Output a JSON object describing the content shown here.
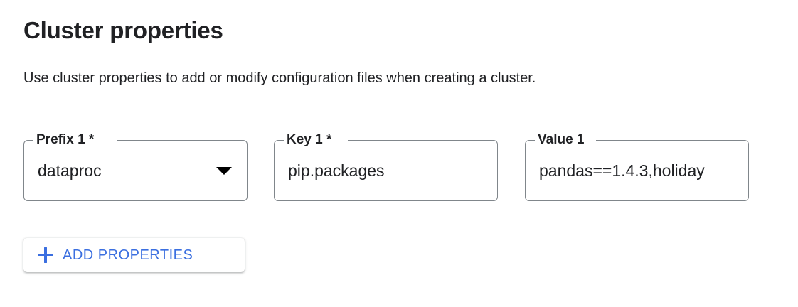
{
  "page": {
    "title": "Cluster properties",
    "description": "Use cluster properties to add or modify configuration files when creating a cluster."
  },
  "fields": [
    {
      "name": "prefix",
      "label": "Prefix 1 *",
      "value": "dataproc",
      "control": "select",
      "icon": "chevron-down-icon"
    },
    {
      "name": "key",
      "label": "Key 1 *",
      "value": "pip.packages",
      "control": "text"
    },
    {
      "name": "value",
      "label": "Value 1",
      "value": "pandas==1.4.3,holiday",
      "control": "text"
    }
  ],
  "actions": {
    "add_properties_label": "ADD PROPERTIES",
    "add_properties_icon": "plus-icon"
  },
  "colors": {
    "accent_blue": "#3b6fe0",
    "text": "#202124",
    "field_border": "#80868b",
    "background": "#ffffff"
  }
}
